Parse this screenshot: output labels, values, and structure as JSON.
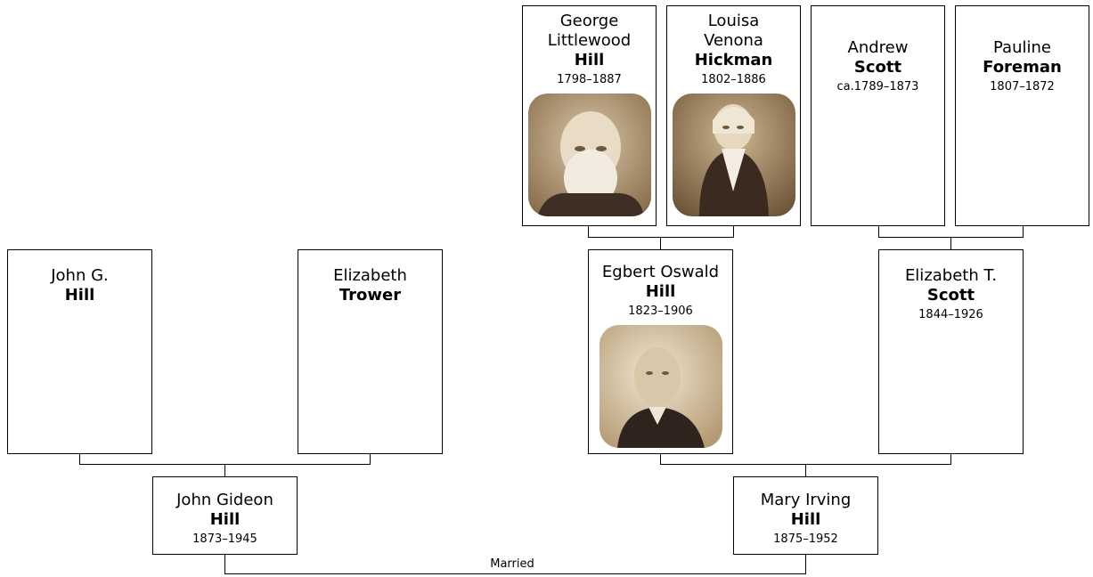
{
  "persons": {
    "george": {
      "given": "George Littlewood",
      "surname": "Hill",
      "years": "1798–1887",
      "has_photo": true
    },
    "louisa": {
      "given": "Louisa Venona",
      "surname": "Hickman",
      "years": "1802–1886",
      "has_photo": true
    },
    "andrew": {
      "given": "Andrew",
      "surname": "Scott",
      "years": "ca.1789–1873",
      "has_photo": false
    },
    "pauline": {
      "given": "Pauline",
      "surname": "Foreman",
      "years": "1807–1872",
      "has_photo": false
    },
    "john_g": {
      "given": "John G.",
      "surname": "Hill",
      "has_photo": false
    },
    "elizabeth_trower": {
      "given": "Elizabeth",
      "surname": "Trower",
      "has_photo": false
    },
    "egbert": {
      "given": "Egbert Oswald",
      "surname": "Hill",
      "years": "1823–1906",
      "has_photo": true
    },
    "elizabeth_scott": {
      "given": "Elizabeth T.",
      "surname": "Scott",
      "years": "1844–1926",
      "has_photo": false
    },
    "john_gideon": {
      "given": "John Gideon",
      "surname": "Hill",
      "years": "1873–1945",
      "has_photo": false
    },
    "mary": {
      "given": "Mary Irving",
      "surname": "Hill",
      "years": "1875–1952",
      "has_photo": false
    }
  },
  "marriage_label": "Married",
  "colors": {
    "border": "#000000",
    "photo_sepia": "#a8906c"
  }
}
